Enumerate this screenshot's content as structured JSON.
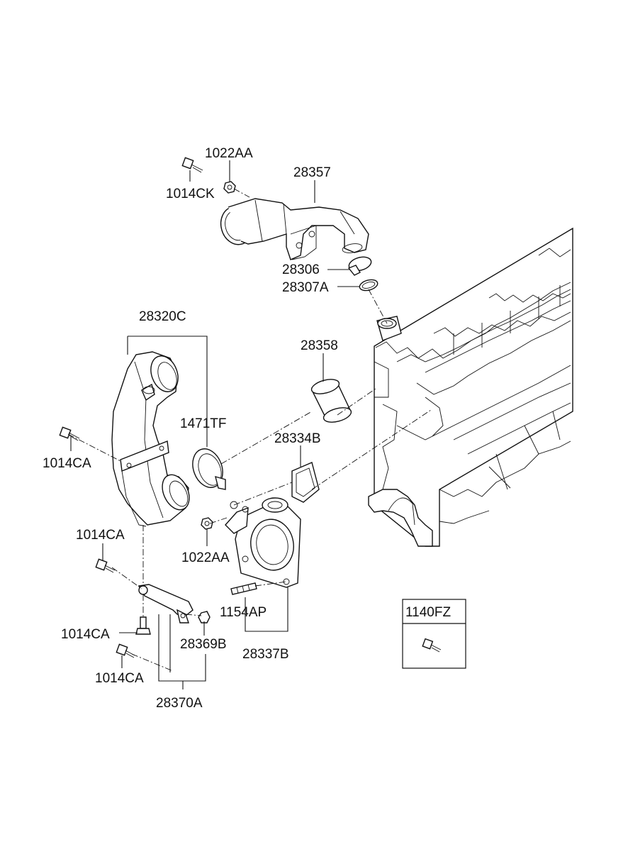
{
  "labels": {
    "p1022AA_top": "1022AA",
    "p28357": "28357",
    "p1014CK": "1014CK",
    "p28306": "28306",
    "p28307A": "28307A",
    "p28320C": "28320C",
    "p28358": "28358",
    "p1471TF": "1471TF",
    "p28334B": "28334B",
    "p1014CA_a": "1014CA",
    "p1014CA_b": "1014CA",
    "p1022AA_mid": "1022AA",
    "p1154AP": "1154AP",
    "p1014CA_c": "1014CA",
    "p28369B": "28369B",
    "p28337B": "28337B",
    "p1014CA_d": "1014CA",
    "p28370A": "28370A"
  },
  "legend_box": {
    "title": "1140FZ"
  }
}
